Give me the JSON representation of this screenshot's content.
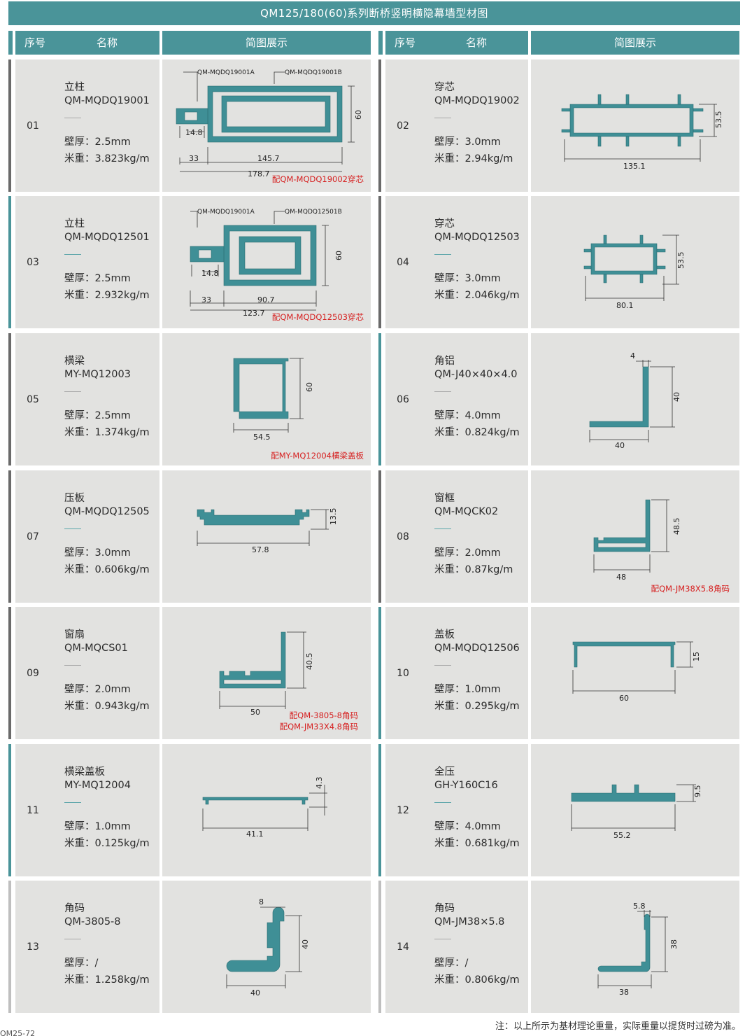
{
  "title": "QM125/180(60)系列断桥竖明横隐幕墙型材图",
  "headers": {
    "no": "序号",
    "name": "名称",
    "image": "简图展示"
  },
  "items": [
    {
      "no": "01",
      "name": "立柱",
      "code": "QM-MQDQ19001",
      "thickness": "壁厚：2.5mm",
      "weight": "米重：3.823kg/m",
      "note": "配QM-MQDQ19002穿芯",
      "labels": [
        "QM-MQDQ19001A",
        "QM-MQDQ19001B"
      ],
      "dims": [
        "14.8",
        "33",
        "145.7",
        "178.7",
        "60"
      ]
    },
    {
      "no": "02",
      "name": "穿芯",
      "code": "QM-MQDQ19002",
      "thickness": "壁厚：3.0mm",
      "weight": "米重：2.94kg/m",
      "dims": [
        "135.1",
        "53.5"
      ]
    },
    {
      "no": "03",
      "name": "立柱",
      "code": "QM-MQDQ12501",
      "thickness": "壁厚：2.5mm",
      "weight": "米重：2.932kg/m",
      "note": "配QM-MQDQ12503穿芯",
      "labels": [
        "QM-MQDQ19001A",
        "QM-MQDQ12501B"
      ],
      "dims": [
        "14.8",
        "33",
        "90.7",
        "123.7",
        "60"
      ]
    },
    {
      "no": "04",
      "name": "穿芯",
      "code": "QM-MQDQ12503",
      "thickness": "壁厚：3.0mm",
      "weight": "米重：2.046kg/m",
      "dims": [
        "80.1",
        "53.5"
      ]
    },
    {
      "no": "05",
      "name": "横梁",
      "code": "MY-MQ12003",
      "thickness": "壁厚：2.5mm",
      "weight": "米重：1.374kg/m",
      "note": "配MY-MQ12004横梁盖板",
      "dims": [
        "54.5",
        "60"
      ]
    },
    {
      "no": "06",
      "name": "角铝",
      "code": "QM-J40×40×4.0",
      "thickness": "壁厚：4.0mm",
      "weight": "米重：0.824kg/m",
      "dims": [
        "4",
        "40",
        "40"
      ]
    },
    {
      "no": "07",
      "name": "压板",
      "code": "QM-MQDQ12505",
      "thickness": "壁厚：3.0mm",
      "weight": "米重：0.606kg/m",
      "dims": [
        "57.8",
        "13.5"
      ]
    },
    {
      "no": "08",
      "name": "窗框",
      "code": "QM-MQCK02",
      "thickness": "壁厚：2.0mm",
      "weight": "米重：0.87kg/m",
      "note": "配QM-JM38X5.8角码",
      "dims": [
        "48",
        "48.5"
      ]
    },
    {
      "no": "09",
      "name": "窗扇",
      "code": "QM-MQCS01",
      "thickness": "壁厚：2.0mm",
      "weight": "米重：0.943kg/m",
      "note": "配QM-3805-8角码",
      "note2": "配QM-JM33X4.8角码",
      "dims": [
        "50",
        "40.5"
      ]
    },
    {
      "no": "10",
      "name": "盖板",
      "code": "QM-MQDQ12506",
      "thickness": "壁厚：1.0mm",
      "weight": "米重：0.295kg/m",
      "dims": [
        "60",
        "15"
      ]
    },
    {
      "no": "11",
      "name": "横梁盖板",
      "code": "MY-MQ12004",
      "thickness": "壁厚：1.0mm",
      "weight": "米重：0.125kg/m",
      "dims": [
        "41.1",
        "4.3"
      ]
    },
    {
      "no": "12",
      "name": "全压",
      "code": "GH-Y160C16",
      "thickness": "壁厚：4.0mm",
      "weight": "米重：0.681kg/m",
      "dims": [
        "55.2",
        "9.5"
      ]
    },
    {
      "no": "13",
      "name": "角码",
      "code": "QM-3805-8",
      "thickness": "壁厚：/",
      "weight": "米重：1.258kg/m",
      "dims": [
        "8",
        "40",
        "40"
      ]
    },
    {
      "no": "14",
      "name": "角码",
      "code": "QM-JM38×5.8",
      "thickness": "壁厚：/",
      "weight": "米重：0.806kg/m",
      "dims": [
        "5.8",
        "38",
        "38"
      ]
    }
  ],
  "footer_note": "注：以上所示为基材理论重量，实际重量以提货时过磅为准。",
  "page_id": "QM25-72",
  "colors": {
    "accent": "#4a9499",
    "profile": "#3f8f96",
    "cell": "#e2e2e0",
    "note": "#d62020"
  }
}
